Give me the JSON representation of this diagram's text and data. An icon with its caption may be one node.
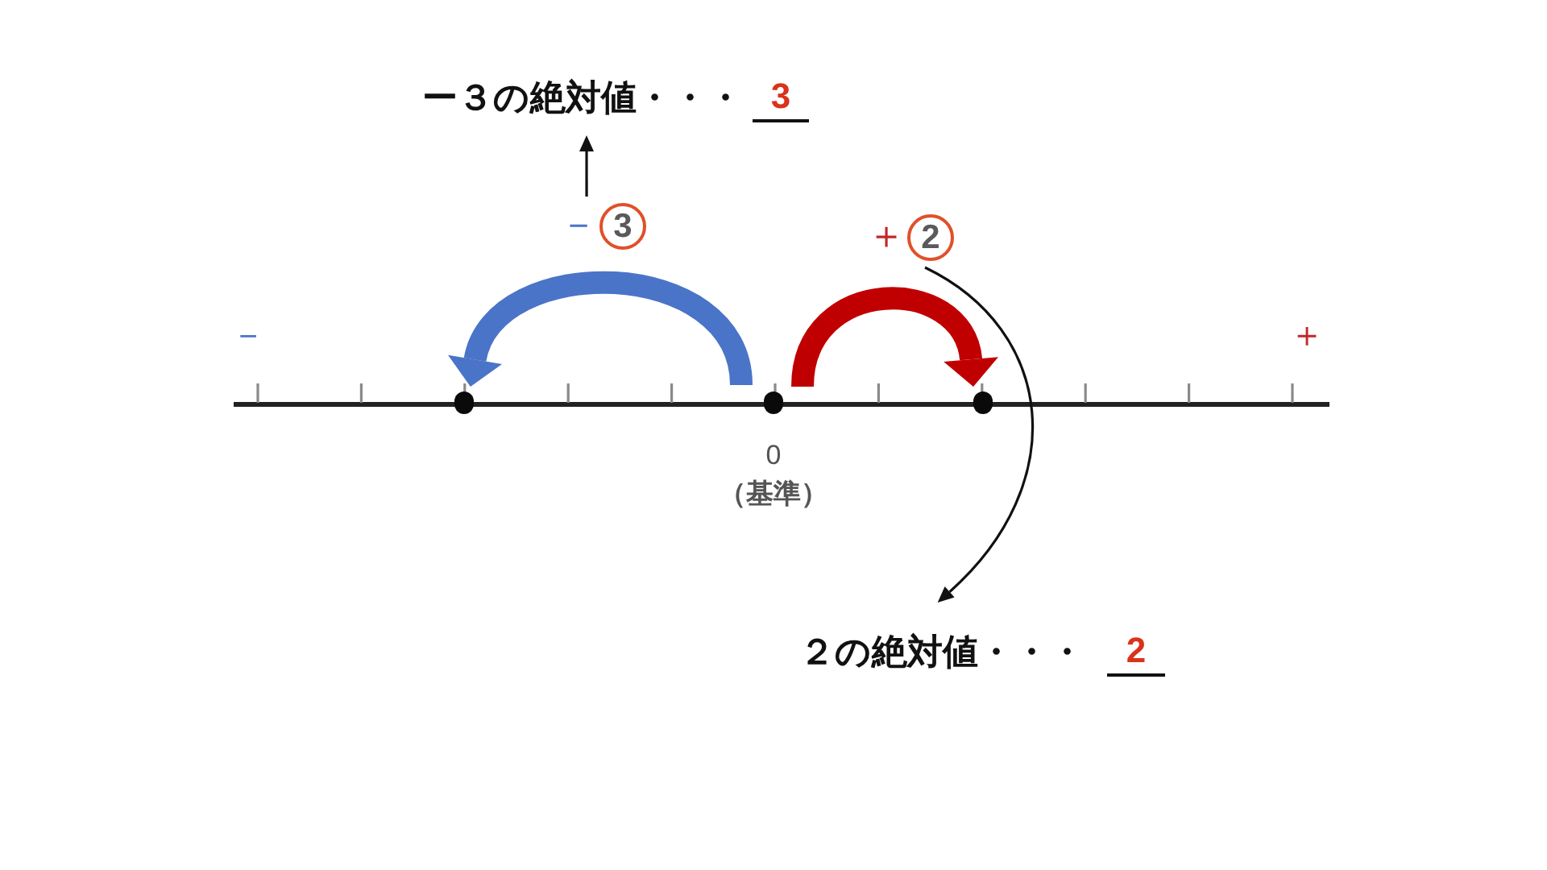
{
  "diagram": {
    "nodes": [
      {
        "text": [
          "ー３の絶対値・・・",
          "3"
        ]
      },
      {
        "text": [
          "－",
          "3"
        ]
      },
      {
        "text": [
          "＋",
          "2"
        ]
      },
      {
        "text": [],
        "shape": "circle"
      },
      {
        "text": [],
        "shape": "circle",
        "beside": [
          "0",
          "（基準）"
        ]
      },
      {
        "text": [],
        "shape": "circle"
      },
      {
        "text": [
          "２の絶対値・・・",
          "2"
        ]
      }
    ],
    "edges": [
      {
        "from": 1,
        "to": 0,
        "arrow": "to"
      },
      {
        "from": 4,
        "to": 3,
        "arrow": "to",
        "style": "thick",
        "color": "#4a74c8"
      },
      {
        "from": 4,
        "to": 5,
        "arrow": "to",
        "style": "thick",
        "color": "#c00000"
      },
      {
        "from": 2,
        "to": 6,
        "arrow": "to"
      }
    ],
    "labels": [
      "－",
      "＋"
    ]
  }
}
